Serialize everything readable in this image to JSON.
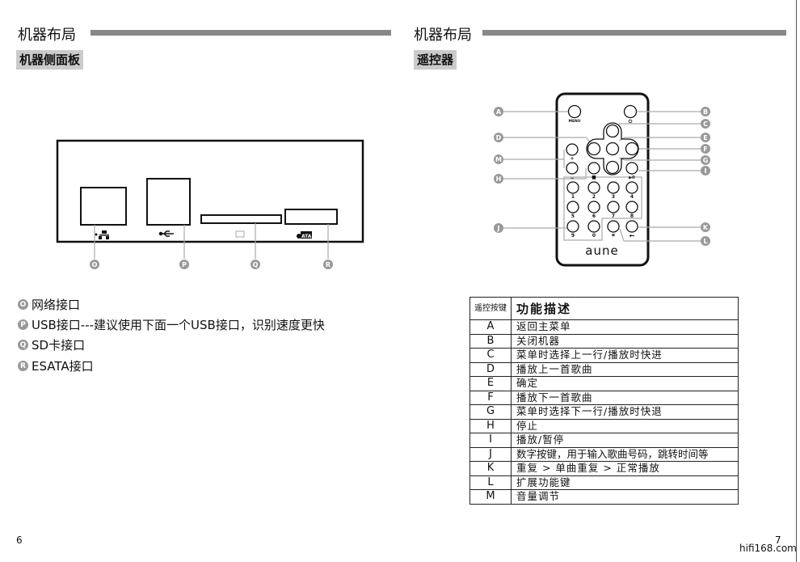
{
  "left": {
    "title": "机器布局",
    "subtitle": "机器侧面板",
    "panel_labels": [
      "O",
      "P",
      "Q",
      "R"
    ],
    "items": [
      {
        "marker": "O",
        "text": "网络接口"
      },
      {
        "marker": "P",
        "text": "USB接口---建议使用下面一个USB接口，识别速度更快"
      },
      {
        "marker": "Q",
        "text": "SD卡接口"
      },
      {
        "marker": "R",
        "text": "ESATA接口"
      }
    ],
    "page_number": "6"
  },
  "right": {
    "title": "机器布局",
    "subtitle": "遥控器",
    "remote": {
      "menu": "MENU",
      "logo": "aune",
      "digits": [
        "1",
        "2",
        "3",
        "4",
        "5",
        "6",
        "7",
        "8",
        "9",
        "0"
      ],
      "star": "*",
      "back": "←",
      "plus": "+",
      "minus": "−",
      "stop": "■",
      "playpause": "▶II",
      "power": "⏻"
    },
    "callouts": [
      "A",
      "B",
      "C",
      "D",
      "E",
      "F",
      "G",
      "H",
      "I",
      "J",
      "K",
      "L",
      "M"
    ],
    "table": {
      "header_key": "遥控按键",
      "header_desc": "功能描述",
      "rows": [
        {
          "key": "A",
          "desc": "返回主菜单"
        },
        {
          "key": "B",
          "desc": "关闭机器"
        },
        {
          "key": "C",
          "desc": "菜单时选择上一行/播放时快进"
        },
        {
          "key": "D",
          "desc": "播放上一首歌曲"
        },
        {
          "key": "E",
          "desc": "确定"
        },
        {
          "key": "F",
          "desc": "播放下一首歌曲"
        },
        {
          "key": "G",
          "desc": "菜单时选择下一行/播放时快退"
        },
        {
          "key": "H",
          "desc": "停止"
        },
        {
          "key": "I",
          "desc": "播放/暂停"
        },
        {
          "key": "J",
          "desc": "数字按键，用于输入歌曲号码，跳转时间等"
        },
        {
          "key": "K",
          "desc": "重复 > 单曲重复 > 正常播放"
        },
        {
          "key": "L",
          "desc": "扩展功能键"
        },
        {
          "key": "M",
          "desc": "音量调节"
        }
      ]
    },
    "page_number": "7"
  },
  "watermark": "hifi168.com"
}
